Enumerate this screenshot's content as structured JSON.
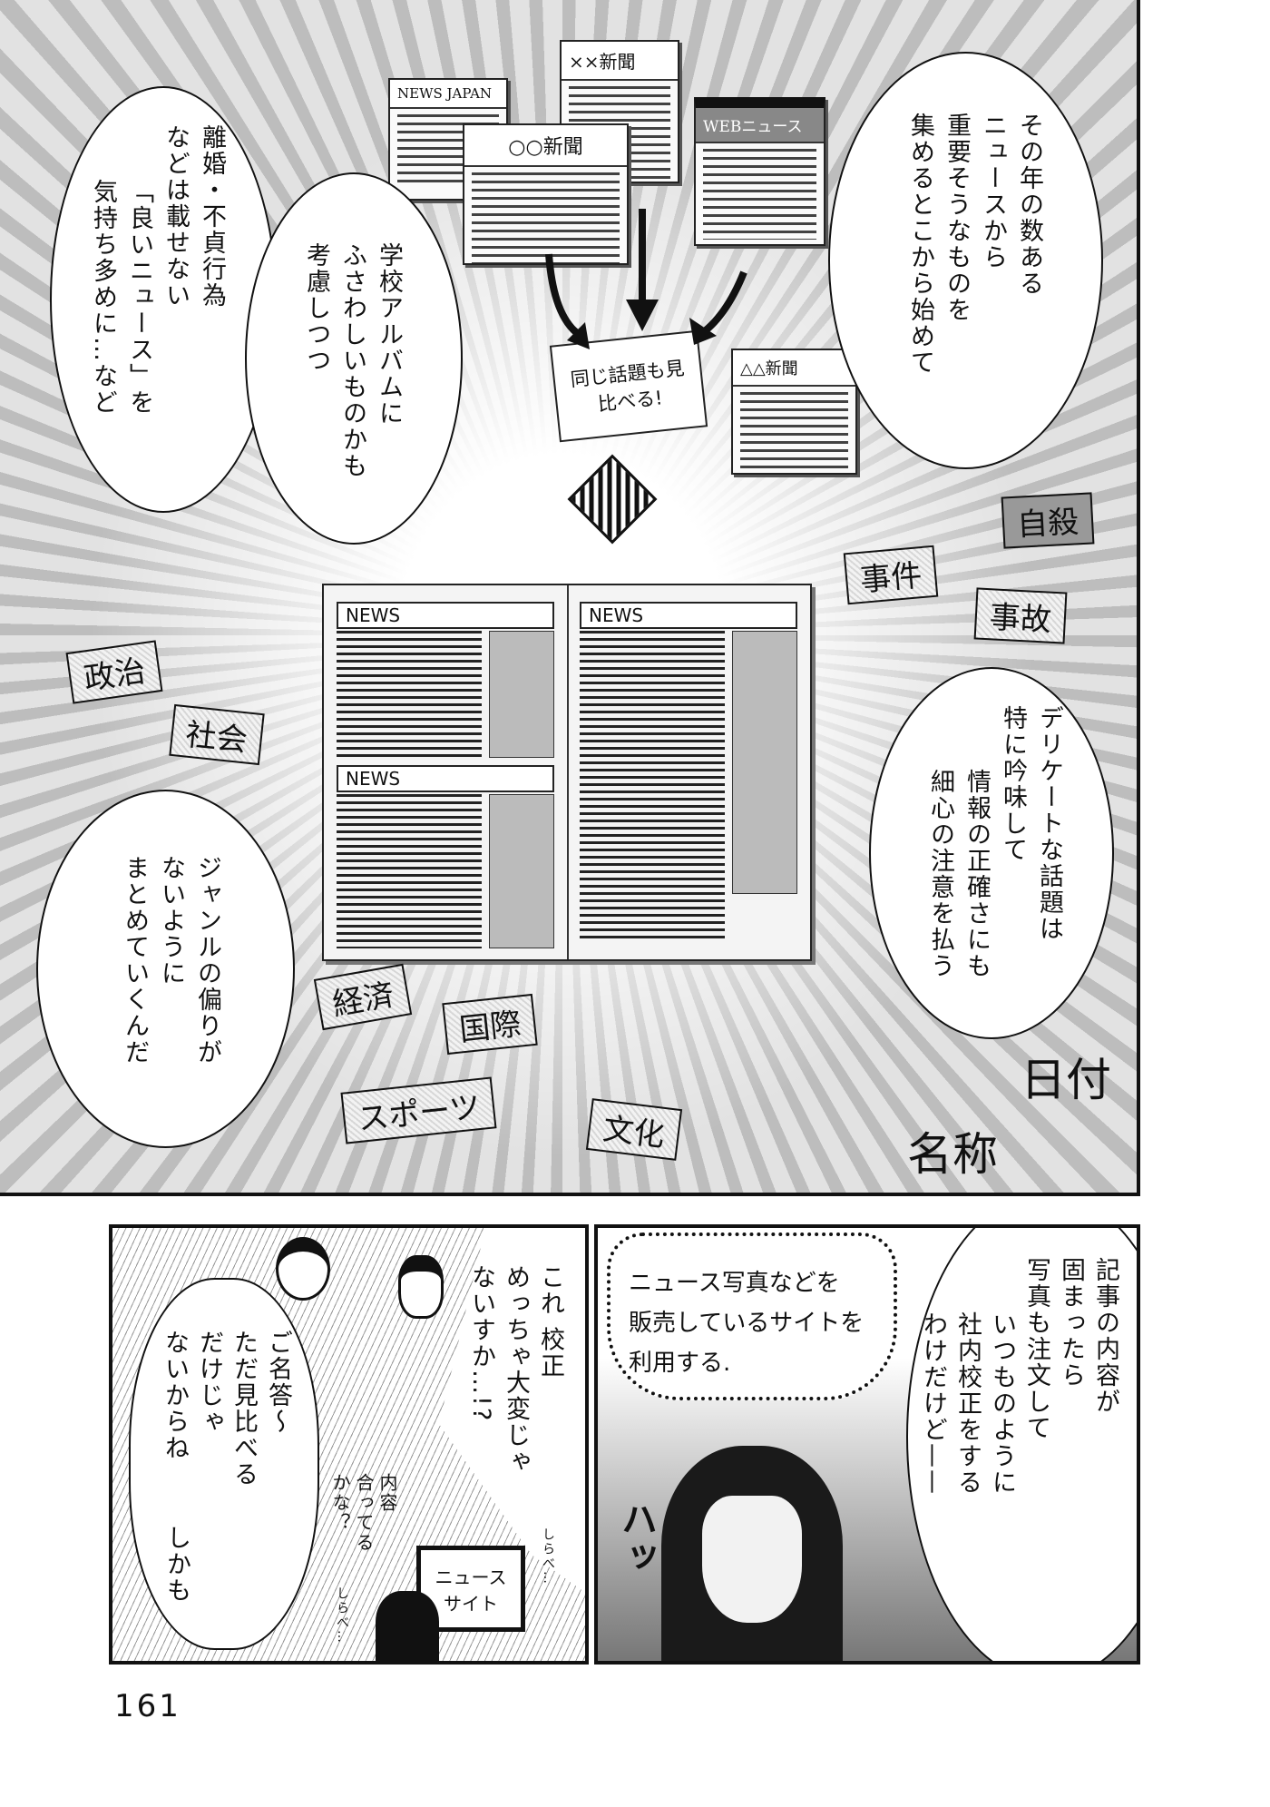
{
  "top_panel": {
    "bubbles": {
      "filter": [
        "離婚・不貞行為",
        "などは載せない",
        "「良いニュース」を",
        "気持ち多めに…など"
      ],
      "album": [
        "学校アルバムに",
        "ふさわしいものかも",
        "考慮しつつ"
      ],
      "collect": [
        "その年の数ある",
        "ニュースから",
        "重要そうなものを",
        "集めるとこから始めて"
      ],
      "delicate": [
        "デリケートな話題は",
        "特に吟味して",
        "情報の正確さにも",
        "細心の注意を払う"
      ],
      "genre": [
        "ジャンルの偏りが",
        "ないように",
        "まとめていくんだ"
      ]
    },
    "papers": {
      "news_japan": "NEWS JAPAN",
      "xx": "××新聞",
      "oo": "○○新聞",
      "web": "WEBニュース",
      "triangle": "△△新聞"
    },
    "compare_note": "同じ話題も見比べる!",
    "spread": {
      "headers": [
        "NEWS",
        "NEWS",
        "NEWS"
      ]
    },
    "tags": [
      "事件",
      "事故",
      "自殺",
      "政治",
      "社会",
      "経済",
      "国際",
      "スポーツ",
      "文化",
      "日付",
      "名称"
    ]
  },
  "bottom_left": {
    "bubble_question": [
      "これ 校正",
      "めっちゃ大変じゃ",
      "ないすか…!?"
    ],
    "bubble_answer": [
      "ご名答〜",
      "ただ見比べる",
      "だけじゃ",
      "ないからね"
    ],
    "bubble_answer_tail": "しかも",
    "mutter": [
      "内容",
      "合ってる",
      "かな？"
    ],
    "sfx1": "しらべ…",
    "sfx2": "しらべ…",
    "monitor": [
      "ニュース",
      "サイト"
    ]
  },
  "bottom_right": {
    "dotted_bubble": [
      "ニュース写真などを",
      "販売しているサイトを",
      "利用する."
    ],
    "bubble": [
      "記事の内容が",
      "固まったら",
      "写真も注文して"
    ],
    "bubble2": [
      "いつものように",
      "社内校正をする",
      "わけだけど——"
    ],
    "sfx": "ハッ"
  },
  "page_number": "161"
}
